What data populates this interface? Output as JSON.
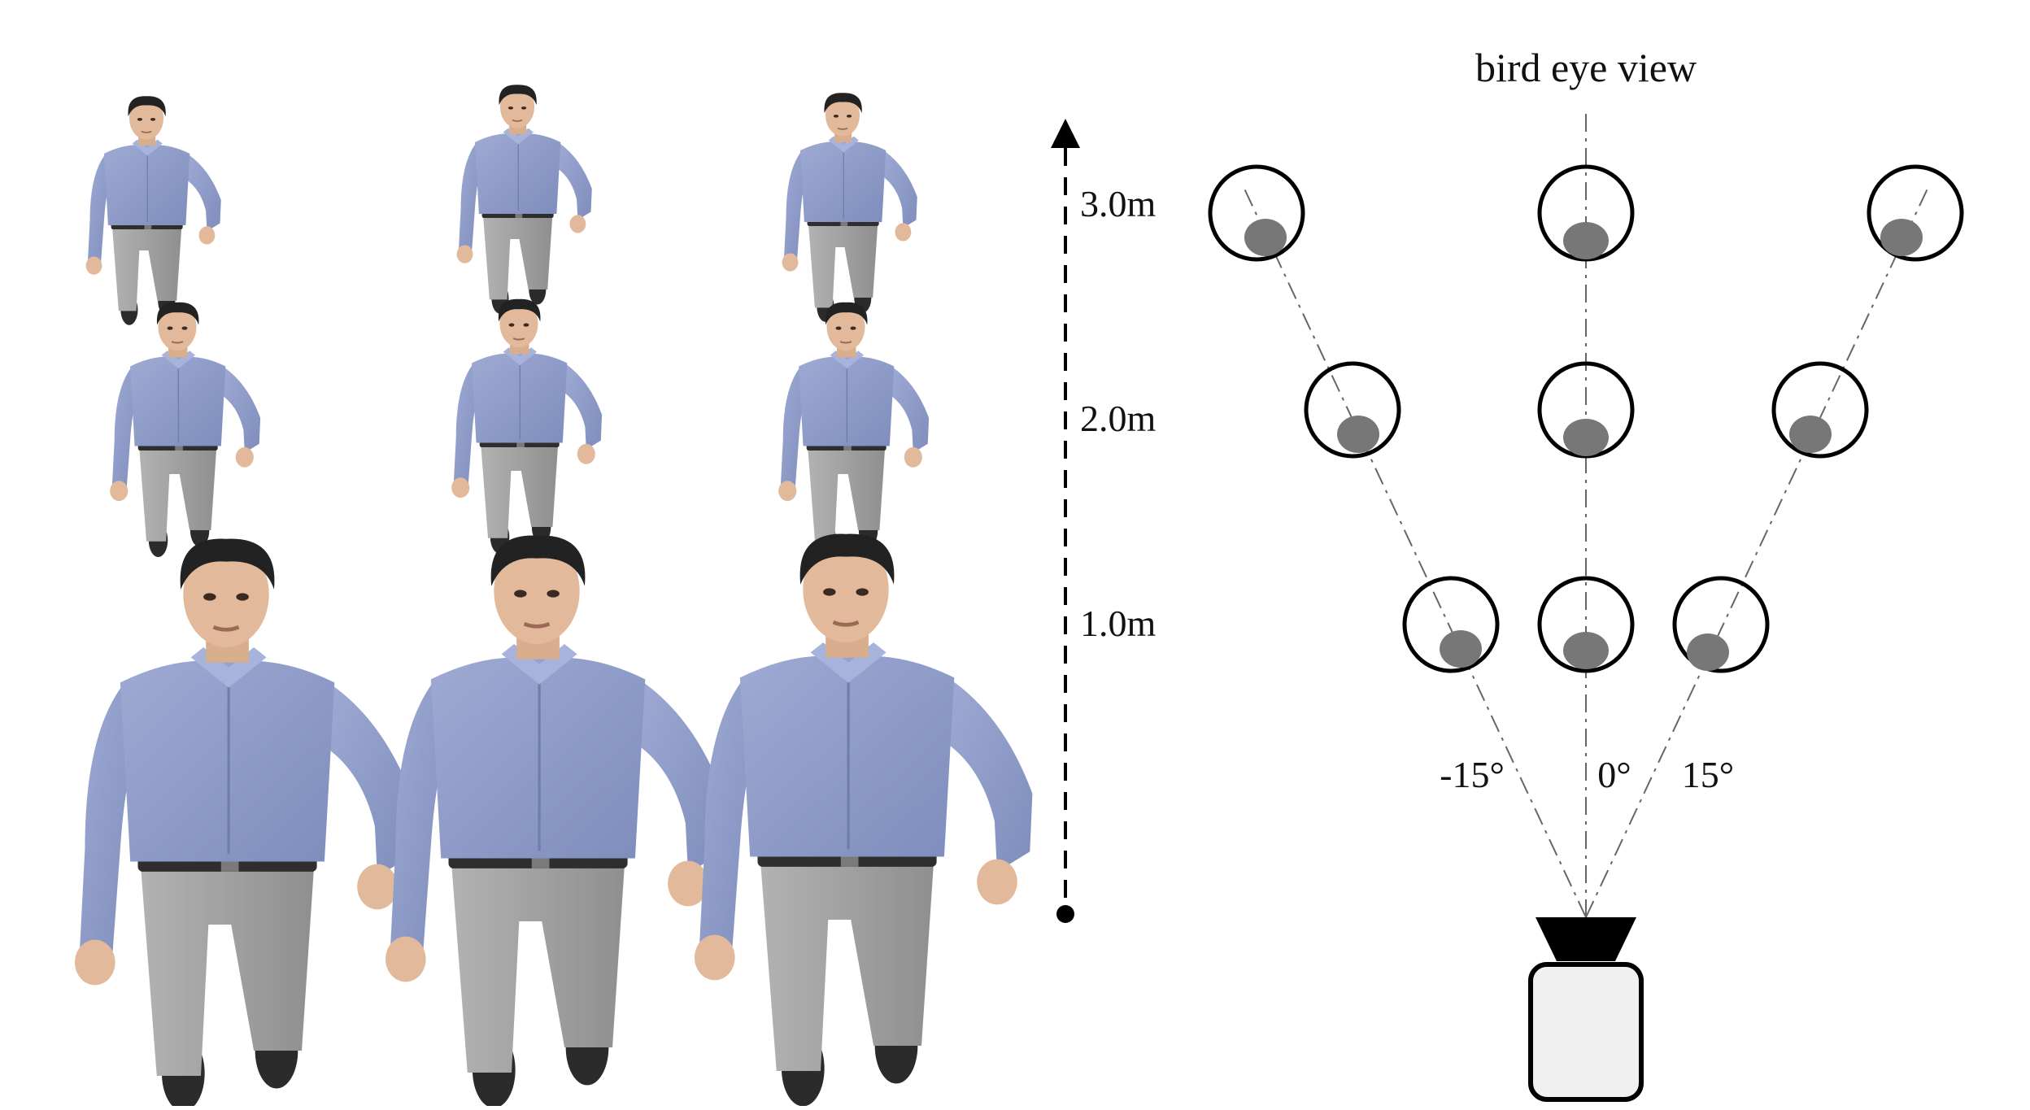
{
  "distance_scale": {
    "labels": [
      "3.0m",
      "2.0m",
      "1.0m"
    ]
  },
  "bird_eye": {
    "title": "bird eye view",
    "angle_labels": [
      "-15°",
      "0°",
      "15°"
    ]
  },
  "figures": {
    "rows": [
      "3.0m",
      "2.0m",
      "1.0m"
    ],
    "columns": [
      "-15°",
      "0°",
      "15°"
    ],
    "shirt_color": "#8e9cc9",
    "pants_color": "#a7a7a7",
    "hair_color": "#222222",
    "skin_color": "#e2b99a"
  }
}
